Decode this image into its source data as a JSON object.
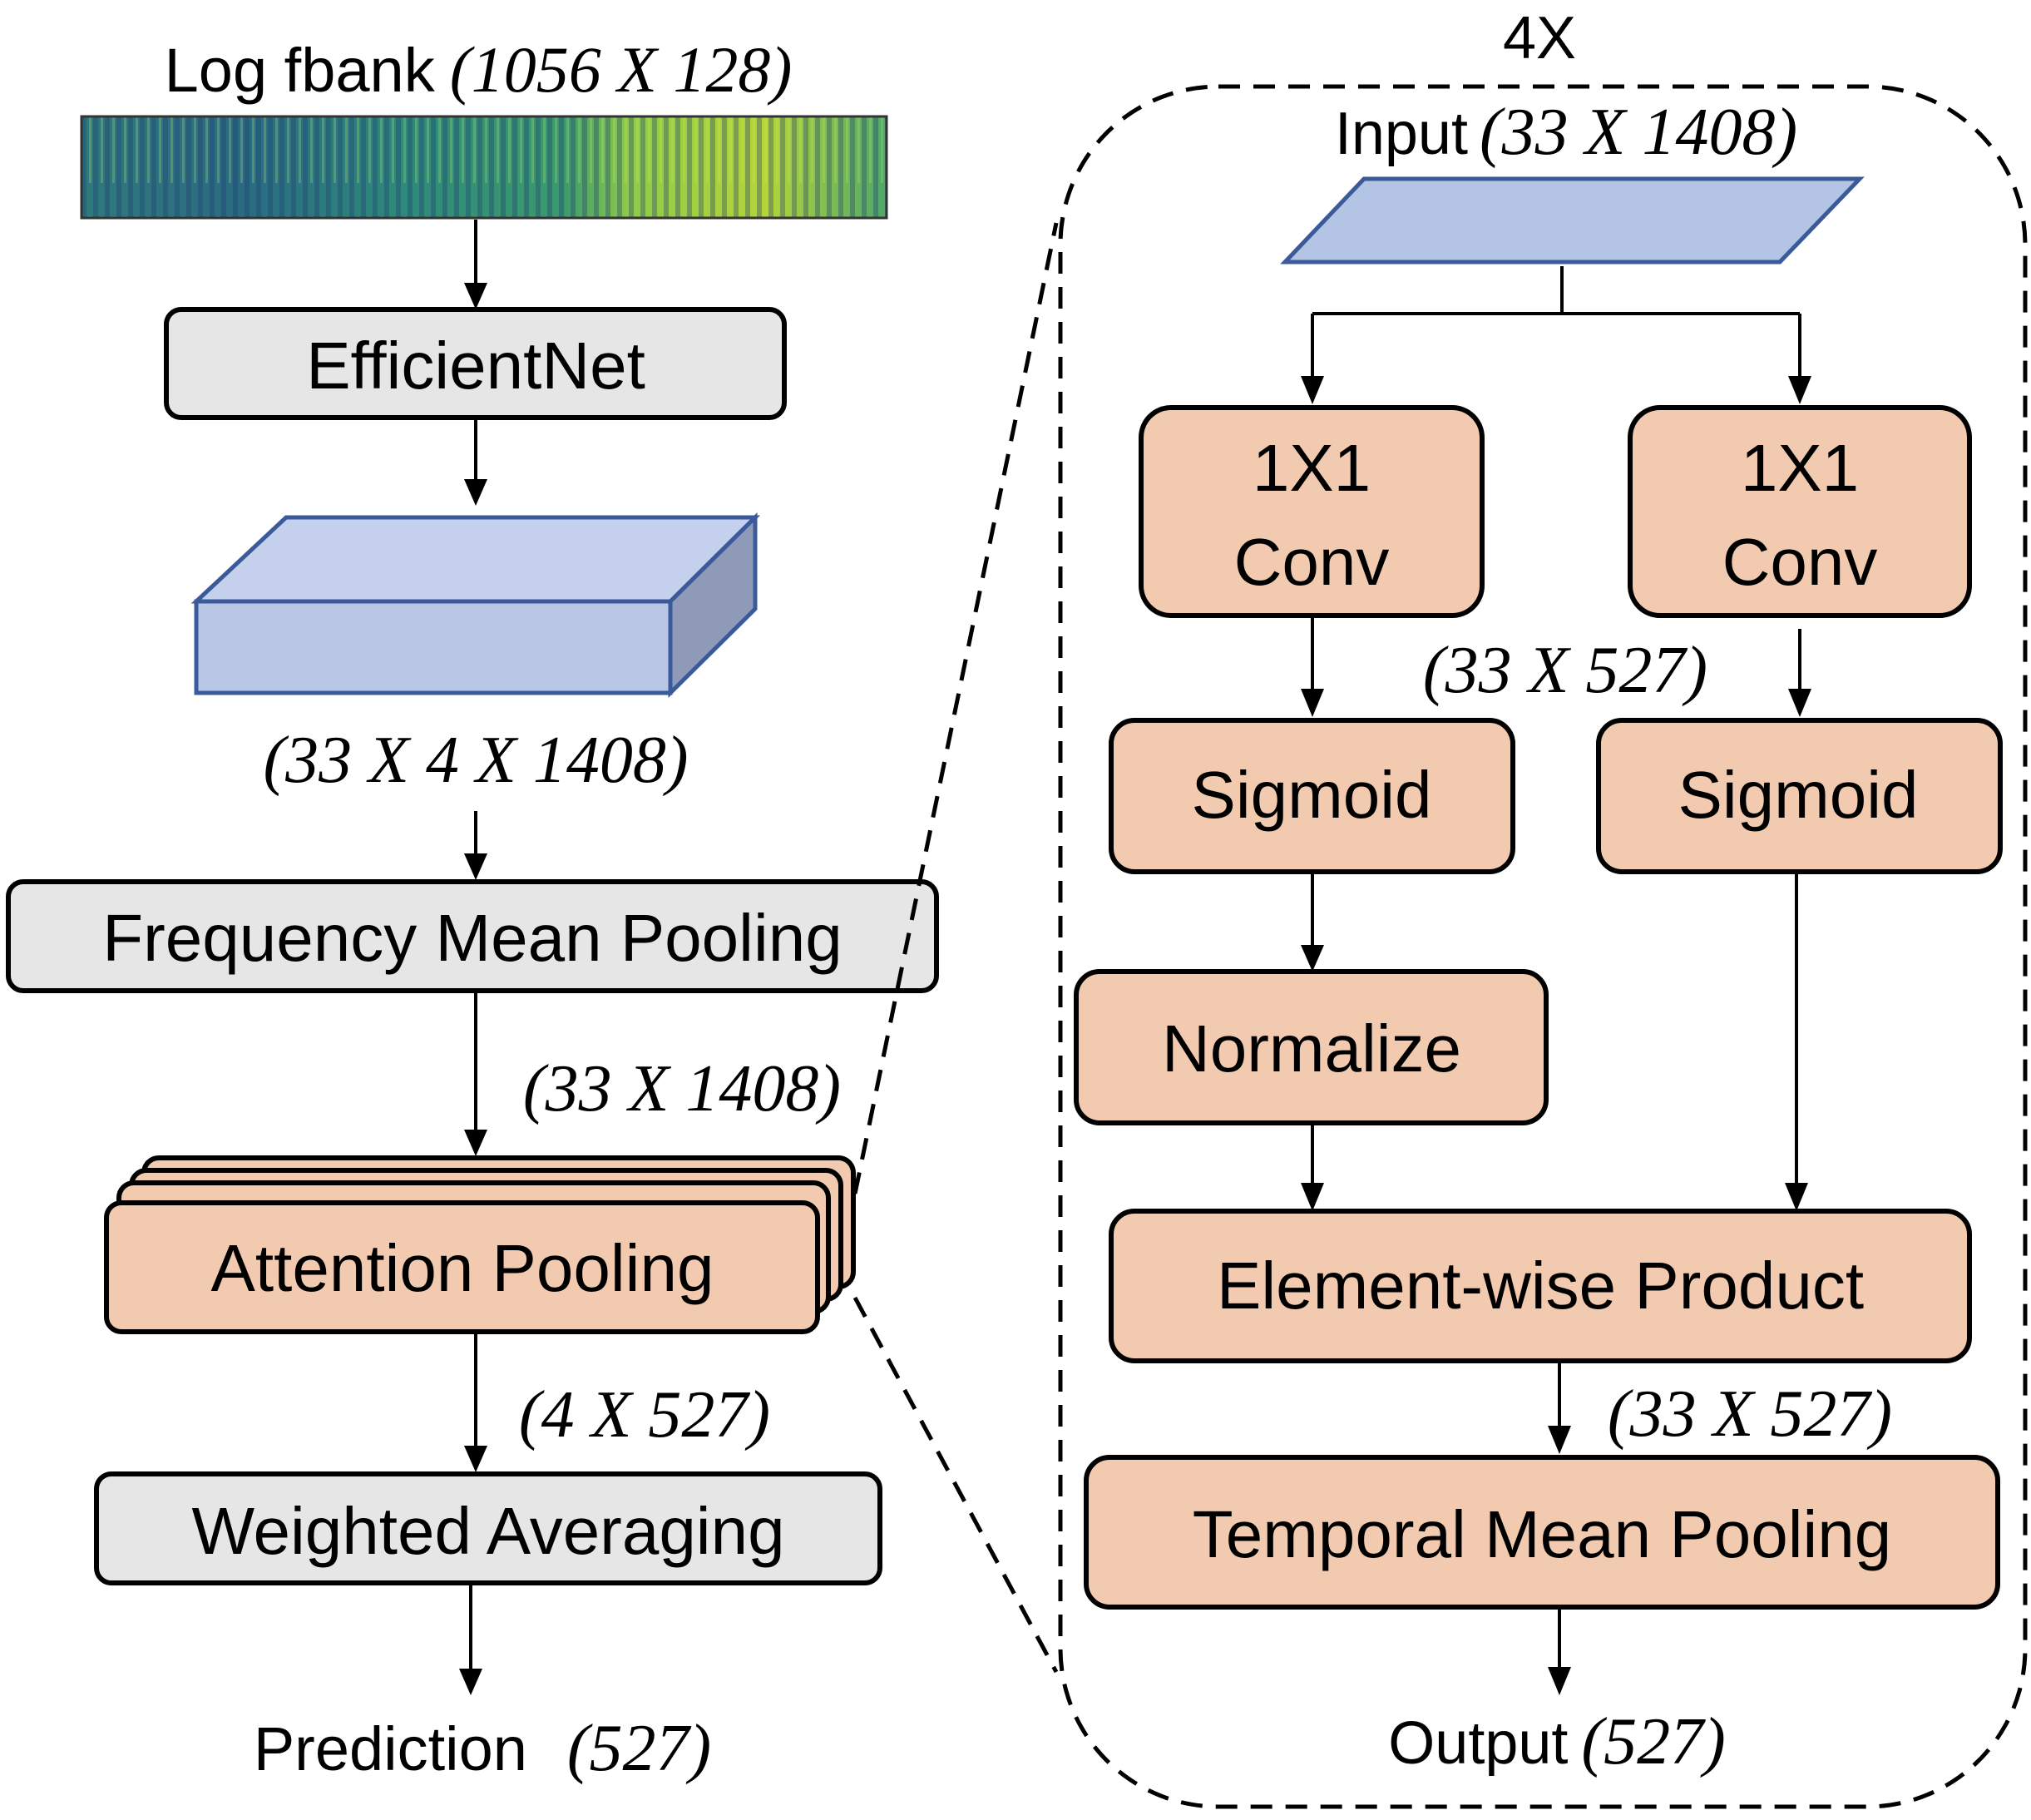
{
  "left": {
    "input_label": "Log fbank",
    "input_dims": "(1056 X 128)",
    "efficientnet": "EfficientNet",
    "feature_dims": "(33 X 4 X 1408)",
    "freq_pool": "Frequency Mean Pooling",
    "pooled_dims": "(33 X 1408)",
    "attention": "Attention Pooling",
    "attn_out_dims": "(4 X 527)",
    "weighted": "Weighted Averaging",
    "prediction": "Prediction",
    "prediction_dims": "(527)"
  },
  "right": {
    "repeat": "4X",
    "input_label": "Input",
    "input_dims": "(33 X 1408)",
    "conv_line1": "1X1",
    "conv_line2": "Conv",
    "conv_out_dims": "(33 X 527)",
    "sigmoid": "Sigmoid",
    "normalize": "Normalize",
    "product": "Element-wise Product",
    "product_dims": "(33 X 527)",
    "temporal": "Temporal Mean Pooling",
    "output_label": "Output",
    "output_dims": "(527)"
  },
  "colors": {
    "gray_box": "#e6e6e6",
    "peach_box": "#f1cab0",
    "tensor_blue": "#c0cbe6",
    "tensor_blue_dark": "#8f9ab8",
    "tensor_stroke": "#3b5a9a"
  }
}
